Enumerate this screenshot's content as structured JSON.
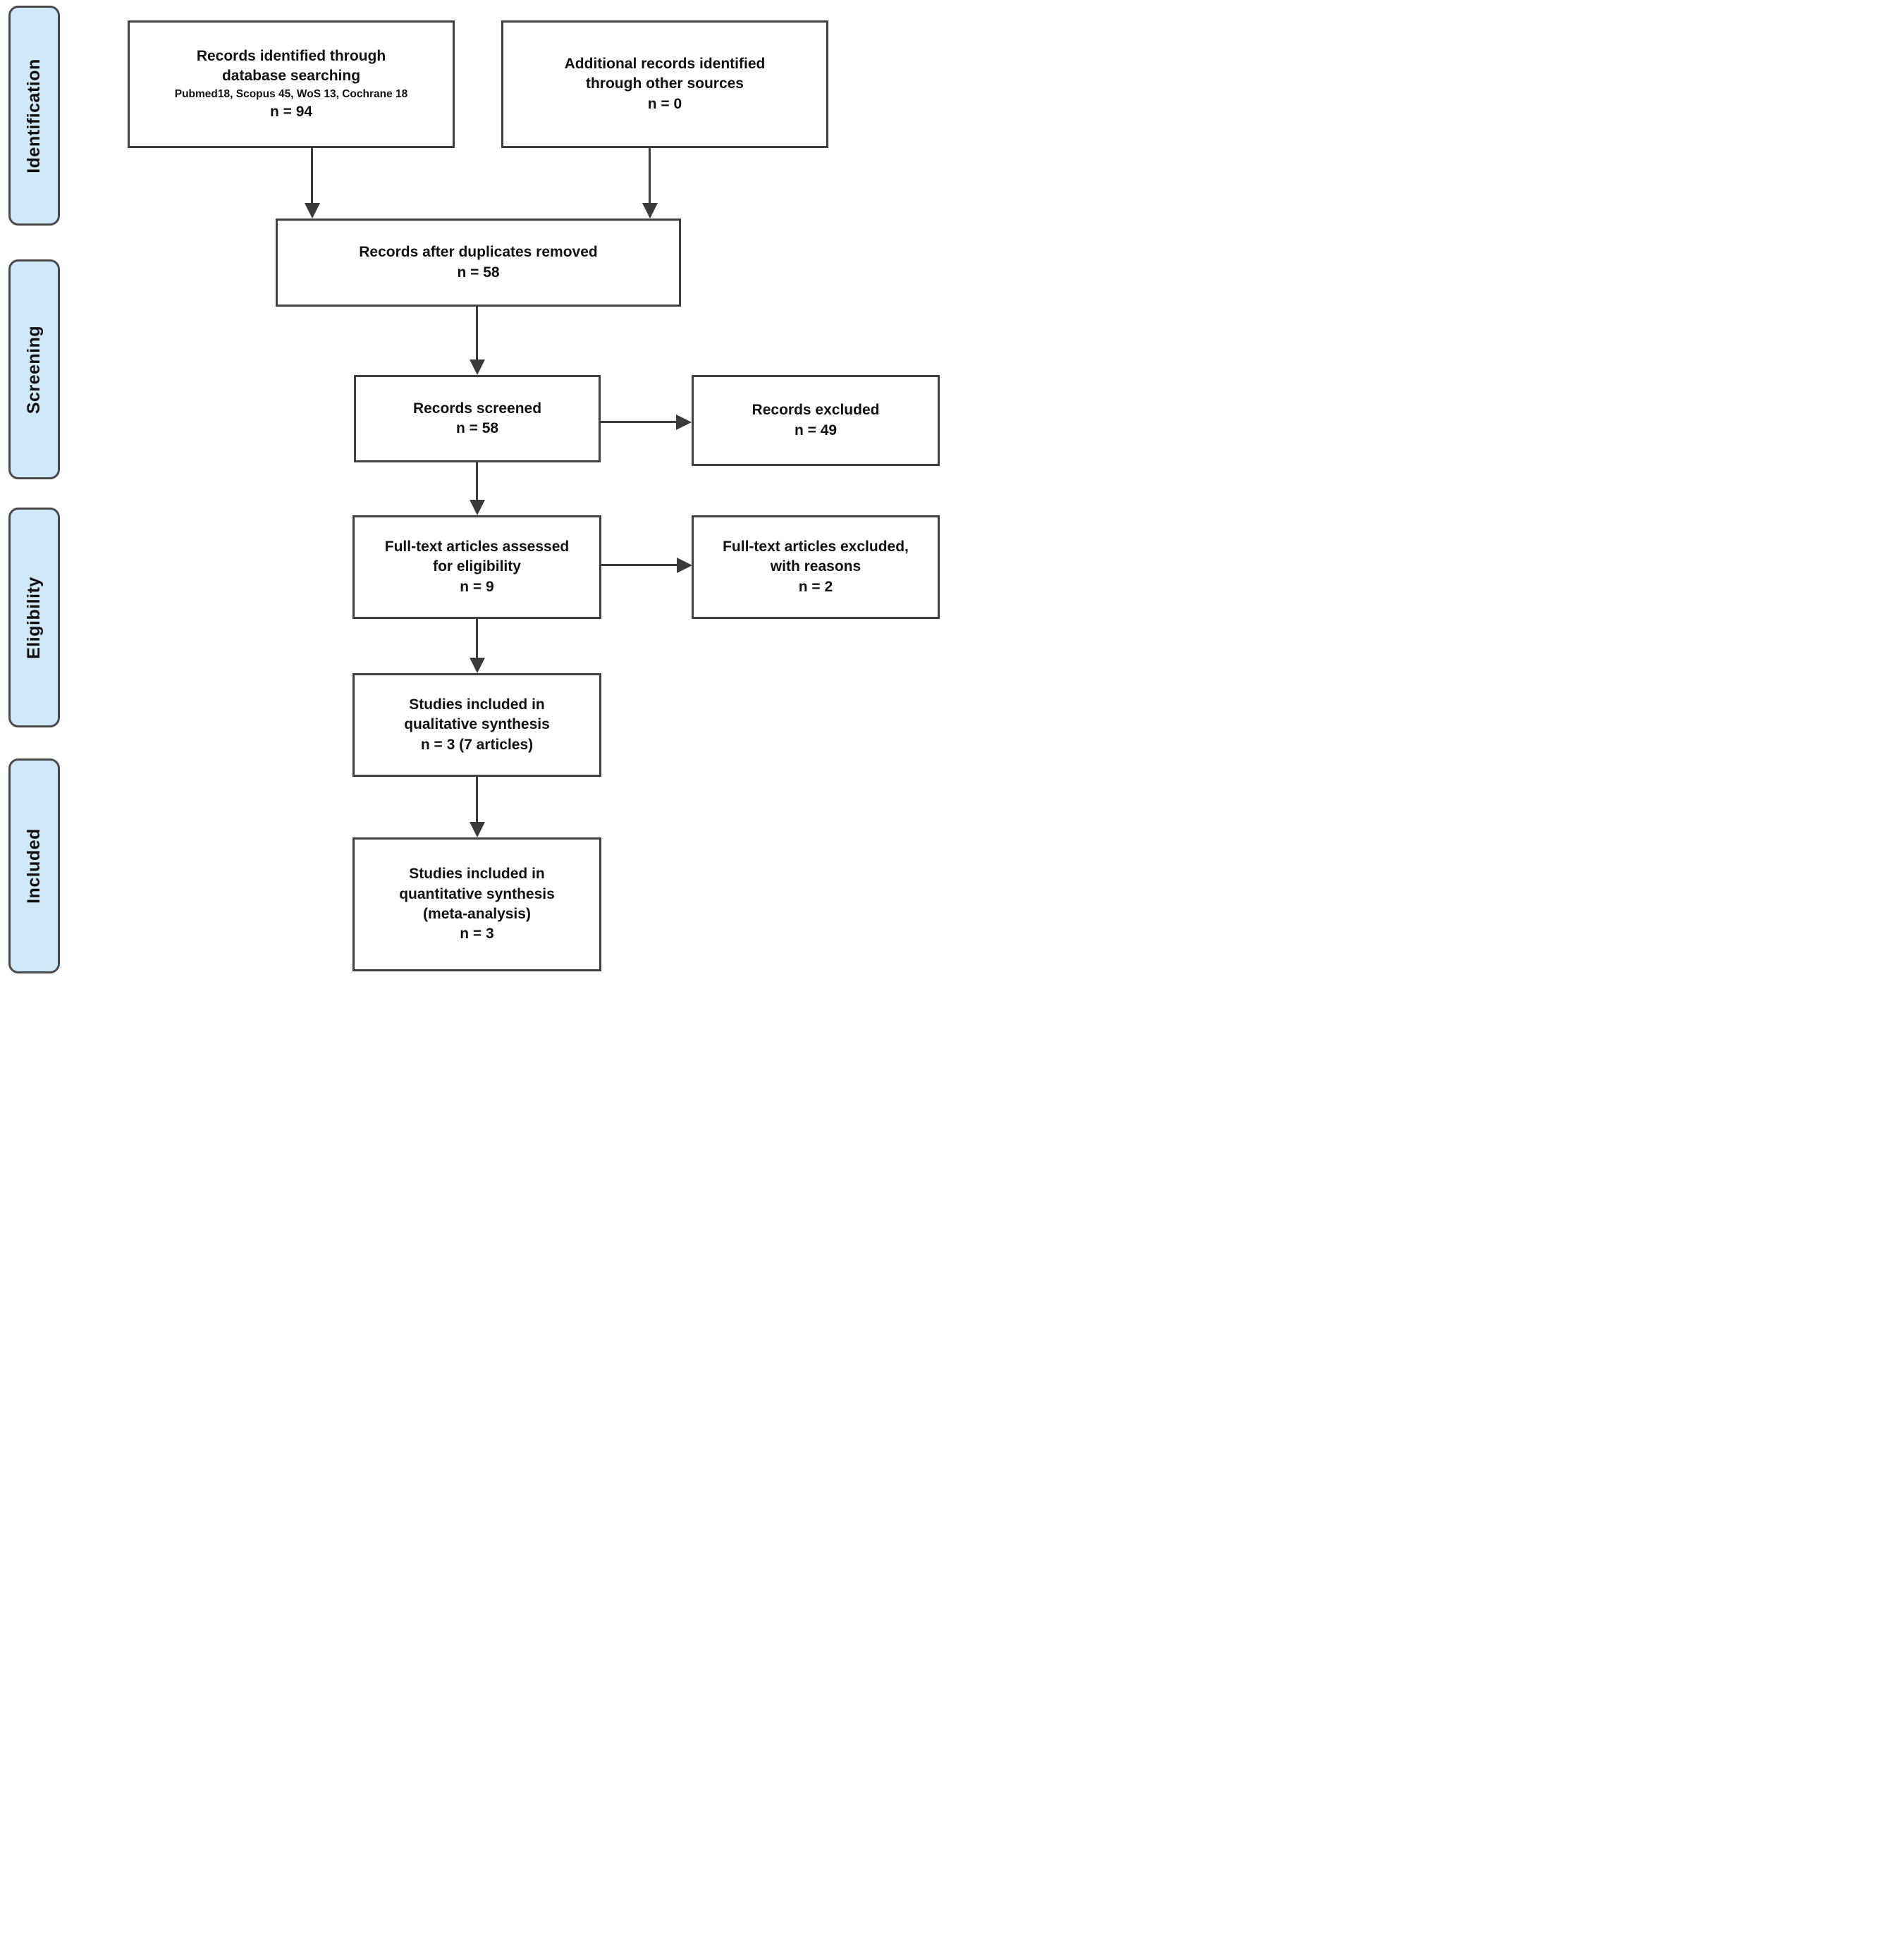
{
  "sidebar": {
    "labels": [
      "Identification",
      "Screening",
      "Eligibility",
      "Included"
    ]
  },
  "boxes": {
    "records_identified": {
      "text": "Records identified through\ndatabase searching",
      "sources": "Pubmed18, Scopus 45, WoS 13, Cochrane 18",
      "count": "n = 94"
    },
    "additional_records": {
      "text": "Additional records identified\nthrough other sources",
      "count": "n = 0"
    },
    "after_duplicates": {
      "text": "Records after duplicates removed",
      "count": "n = 58"
    },
    "records_screened": {
      "text": "Records screened",
      "count": "n = 58"
    },
    "records_excluded": {
      "text": "Records excluded",
      "count": "n = 49"
    },
    "fulltext_assessed": {
      "text": "Full-text articles assessed\nfor eligibility",
      "count": "n = 9"
    },
    "fulltext_excluded": {
      "text": "Full-text articles excluded,\nwith reasons",
      "count": "n = 2"
    },
    "qualitative_synthesis": {
      "text": "Studies included in\nqualitative synthesis",
      "count": "n = 3 (7 articles)"
    },
    "quantitative_synthesis": {
      "text": "Studies included in\nquantitative synthesis\n(meta-analysis)",
      "count": "n = 3"
    }
  },
  "colors": {
    "stage_tab_fill": "#cfe9fb",
    "box_border": "#3f3f3f",
    "arrow": "#3a3a3a",
    "text": "#111111"
  }
}
